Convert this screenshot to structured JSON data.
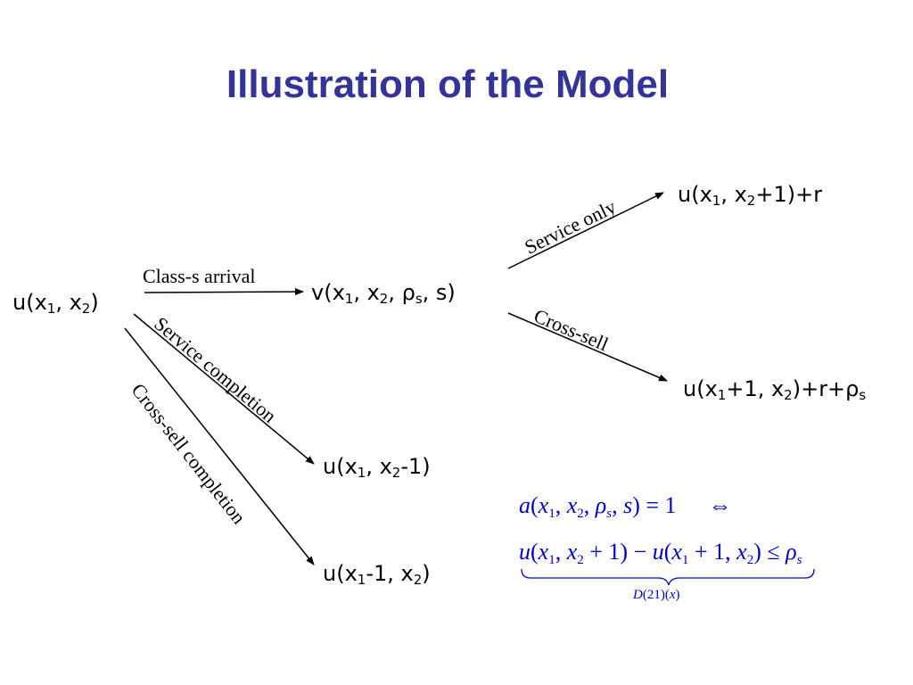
{
  "title": "Illustration of the Model",
  "colors": {
    "title": "#333399",
    "math": "#0000cc",
    "text": "#000000"
  },
  "nodes": {
    "start": {
      "main": "u(x",
      "s1": "1",
      "mid": ", x",
      "s2": "2",
      "end": ")"
    },
    "post_arrival": {
      "main": "v(x",
      "s1": "1",
      "mid1": ", x",
      "s2": "2",
      "mid2": ", ρ",
      "s3": "s",
      "end": ", s)"
    },
    "service_only": {
      "main": "u(x",
      "s1": "1",
      "mid": ", x",
      "s2": "2",
      "end": "+1)+r"
    },
    "cross_sell": {
      "main": "u(x",
      "s1": "1",
      "mid": "+1, x",
      "s2": "2",
      "mid2": ")+r+ρ",
      "s3": "s"
    },
    "service_completion": {
      "main": "u(x",
      "s1": "1",
      "mid": ", x",
      "s2": "2",
      "end": "-1)"
    },
    "cross_sell_completion": {
      "main": "u(x",
      "s1": "1",
      "mid": "-1, x",
      "s2": "2",
      "end": ")"
    }
  },
  "edge_labels": {
    "class_arrival": "Class-s arrival",
    "service_only": "Service only",
    "cross_sell": "Cross-sell",
    "service_completion": "Service completion",
    "cross_sell_completion": "Cross-sell completion"
  },
  "formula": {
    "line1": {
      "lhs_a": "a",
      "open": "(",
      "x": "x",
      "s1": "1",
      "comma1": ", ",
      "x2": "x",
      "s2": "2",
      "comma2": ", ",
      "rho": "ρ",
      "s3": "s",
      "comma3": ", ",
      "s": "s",
      "close": ") = 1",
      "iff": "⇔"
    },
    "line2": {
      "u1": "u",
      "p1": "(",
      "x1": "x",
      "s1": "1",
      "c1": ", ",
      "x2": "x",
      "s2": "2",
      "plus1": " + 1) − ",
      "u2": "u",
      "p2": "(",
      "x3": "x",
      "s3": "1",
      "plus2": " + 1, ",
      "x4": "x",
      "s4": "2",
      "close": ")",
      "leq": " ≤ ",
      "rho": "ρ",
      "s5": "s"
    },
    "brace_label": {
      "D": "D",
      "arg": "(21)(",
      "x": "x",
      "end": ")"
    }
  }
}
